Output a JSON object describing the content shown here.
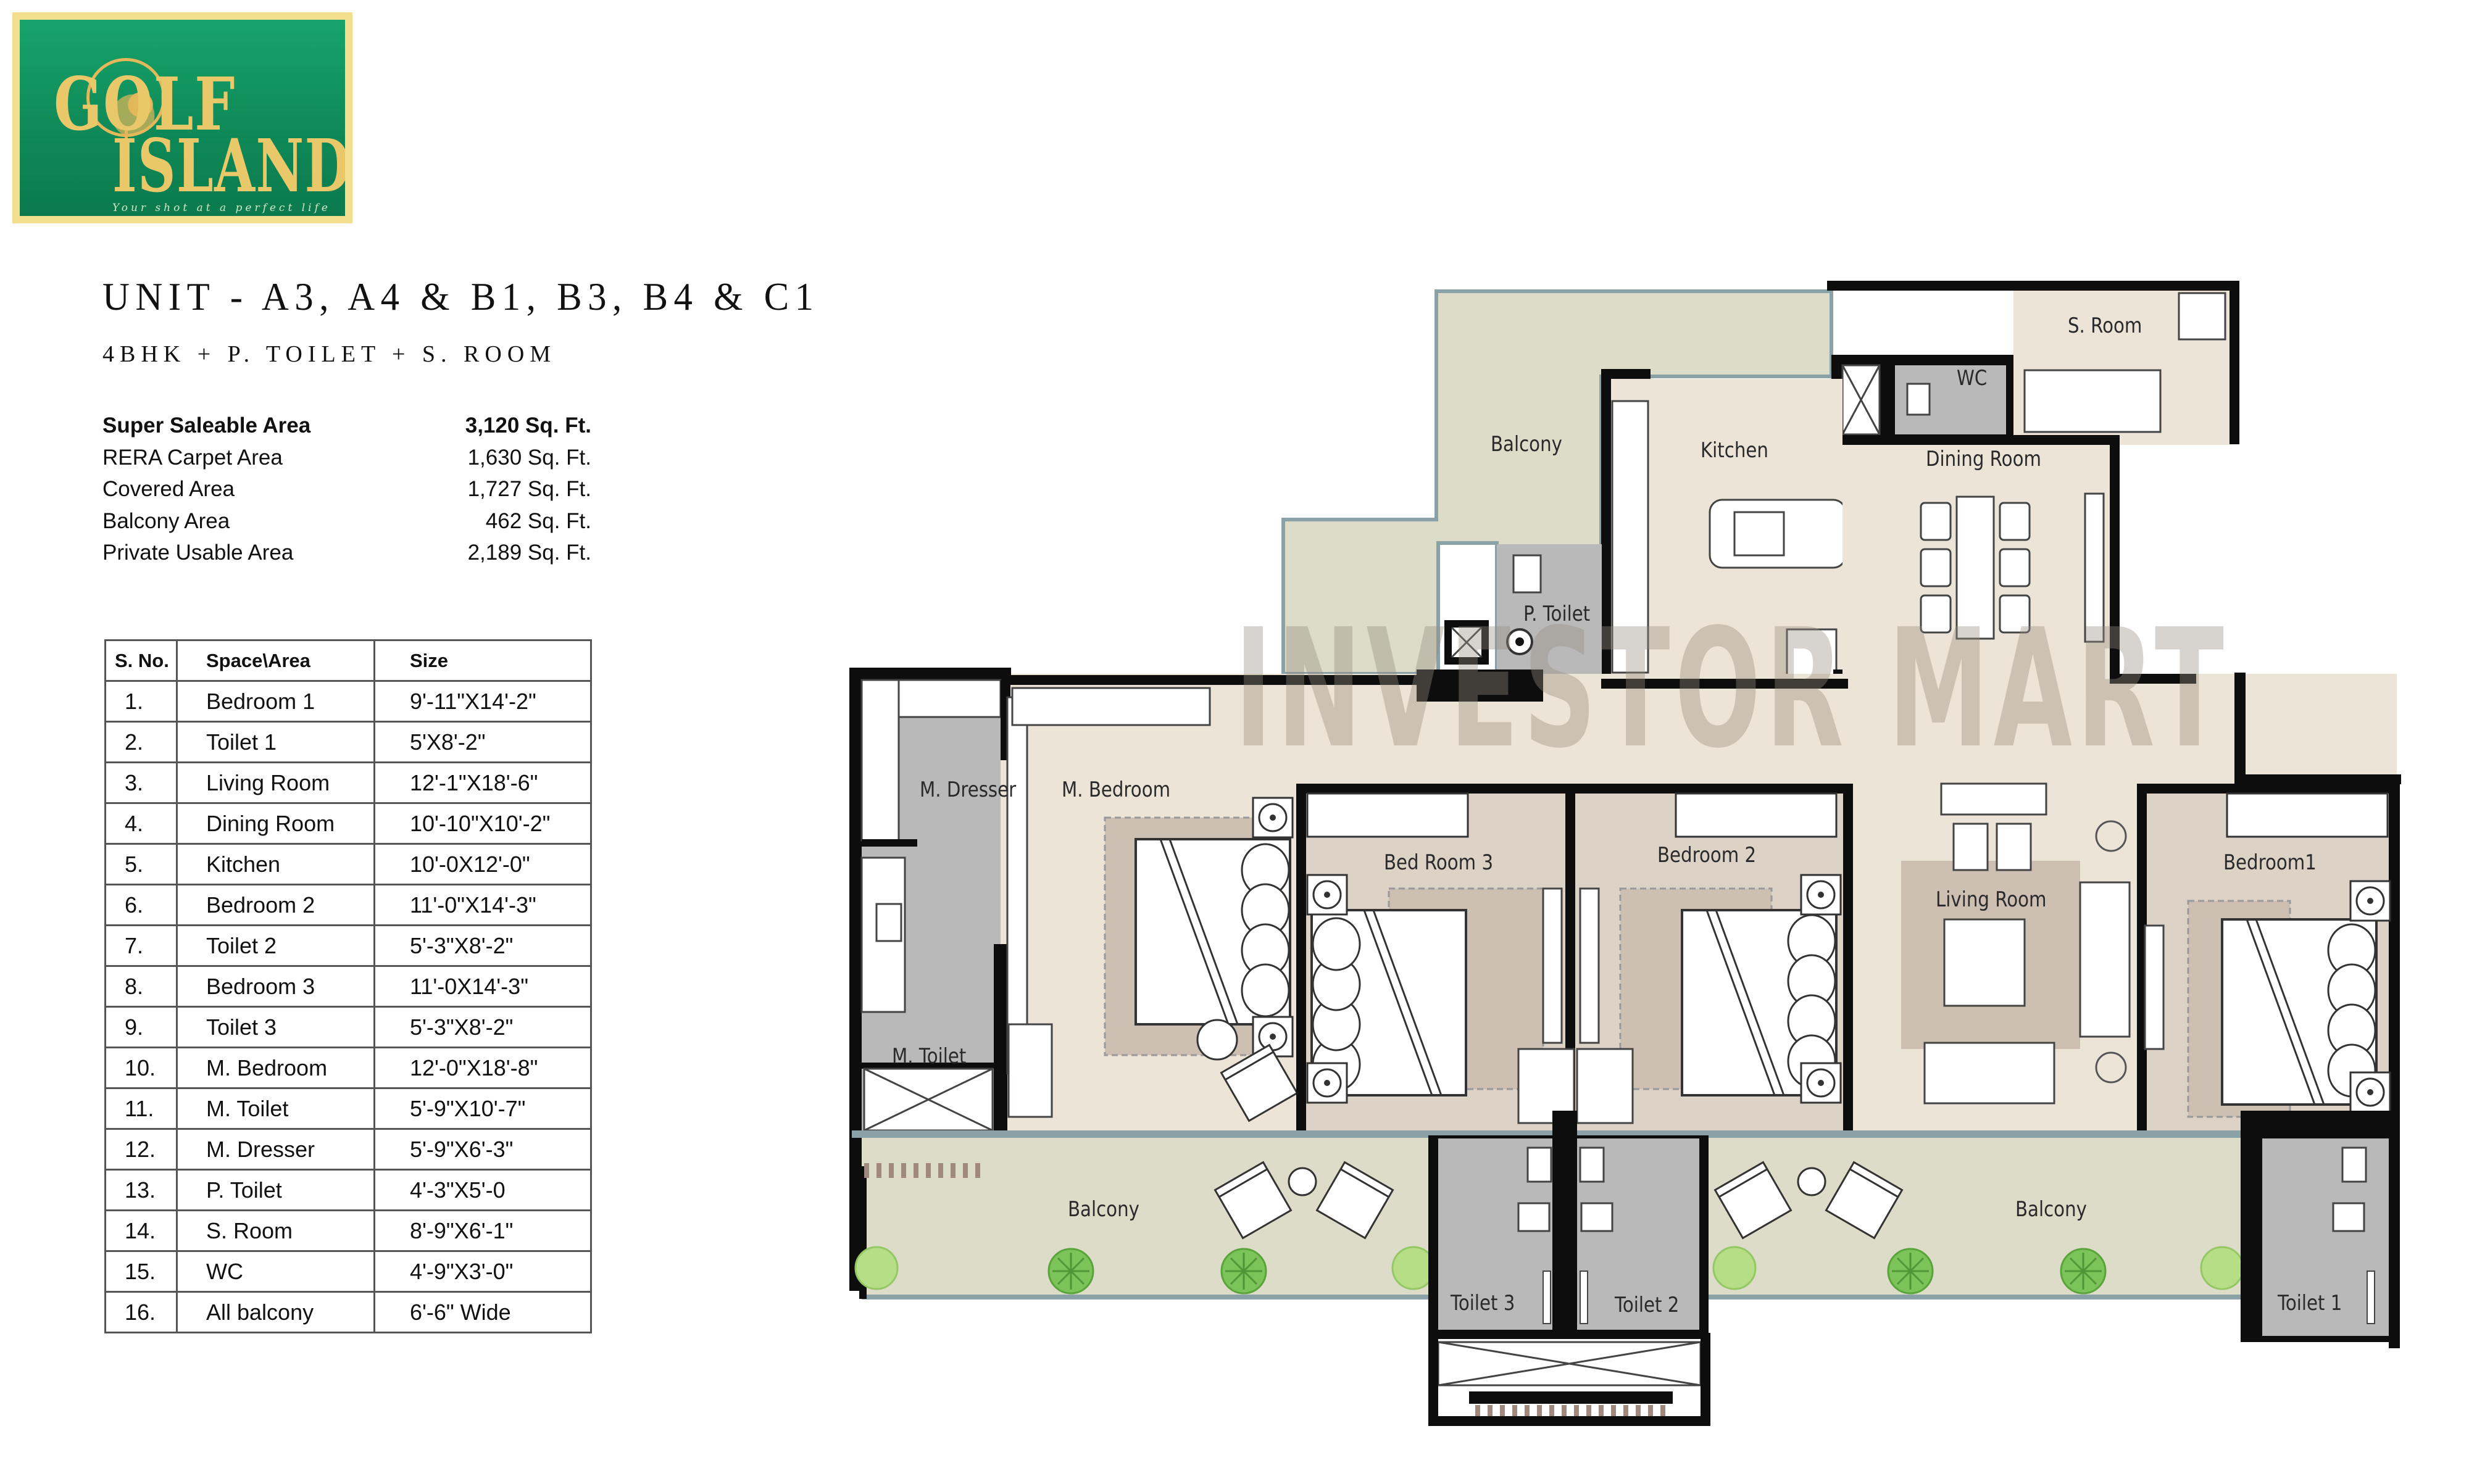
{
  "brand": {
    "name_line1": "GOLF",
    "name_line2": "ISLAND",
    "tagline": "Your shot at a perfect life",
    "colors": {
      "green": "#13995f",
      "gold": "#e9c86a",
      "frame": "#f3de8e"
    }
  },
  "unit": {
    "title": "UNIT - A3, A4 & B1, B3, B4 & C1",
    "subtitle": "4BHK + P. TOILET + S. ROOM"
  },
  "areas": [
    {
      "label": "Super Saleable Area",
      "value": "3,120 Sq. Ft.",
      "bold": true
    },
    {
      "label": "RERA Carpet Area",
      "value": "1,630 Sq. Ft."
    },
    {
      "label": "Covered Area",
      "value": "1,727 Sq. Ft."
    },
    {
      "label": "Balcony Area",
      "value": "462 Sq. Ft."
    },
    {
      "label": "Private Usable Area",
      "value": "2,189 Sq. Ft."
    }
  ],
  "table": {
    "headers": [
      "S. No.",
      "Space\\Area",
      "Size"
    ],
    "rows": [
      [
        "1.",
        "Bedroom 1",
        "9'-11\"X14'-2\""
      ],
      [
        "2.",
        "Toilet 1",
        "5'X8'-2\""
      ],
      [
        "3.",
        "Living Room",
        "12'-1\"X18'-6\""
      ],
      [
        "4.",
        "Dining Room",
        "10'-10\"X10'-2\""
      ],
      [
        "5.",
        "Kitchen",
        "10'-0X12'-0\""
      ],
      [
        "6.",
        "Bedroom 2",
        "11'-0\"X14'-3\""
      ],
      [
        "7.",
        "Toilet 2",
        "5'-3\"X8'-2\""
      ],
      [
        "8.",
        "Bedroom 3",
        "11'-0X14'-3\""
      ],
      [
        "9.",
        "Toilet 3",
        "5'-3\"X8'-2\""
      ],
      [
        "10.",
        "M. Bedroom",
        "12'-0\"X18'-8\""
      ],
      [
        "11.",
        "M. Toilet",
        "5'-9\"X10'-7\""
      ],
      [
        "12.",
        "M. Dresser",
        "5'-9\"X6'-3\""
      ],
      [
        "13.",
        "P. Toilet",
        "4'-3\"X5'-0"
      ],
      [
        "14.",
        "S. Room",
        "8'-9\"X6'-1\""
      ],
      [
        "15.",
        "WC",
        "4'-9\"X3'-0\""
      ],
      [
        "16.",
        "All balcony",
        "6'-6\" Wide"
      ]
    ]
  },
  "plan": {
    "labels": {
      "balcony_top": "Balcony",
      "kitchen": "Kitchen",
      "s_room": "S. Room",
      "wc": "WC",
      "dining_room": "Dining Room",
      "p_toilet": "P. Toilet",
      "m_dresser": "M. Dresser",
      "m_bedroom": "M. Bedroom",
      "m_toilet": "M. Toilet",
      "bed_room_3": "Bed Room 3",
      "bedroom_2": "Bedroom 2",
      "living_room": "Living Room",
      "bedroom_1": "Bedroom1",
      "balcony_left": "Balcony",
      "balcony_right": "Balcony",
      "toilet_3": "Toilet 3",
      "toilet_2": "Toilet 2",
      "toilet_1": "Toilet 1"
    },
    "watermark": "INVESTOR MART",
    "colors": {
      "wall": "#0d0d0d",
      "floor": "#ece4d6",
      "balcony": "#dcdcc8",
      "bedroom": "#ddd2c6",
      "rug": "#cdbfb2",
      "wet": "#b9b9b9",
      "plant": "#7cc45a"
    }
  }
}
